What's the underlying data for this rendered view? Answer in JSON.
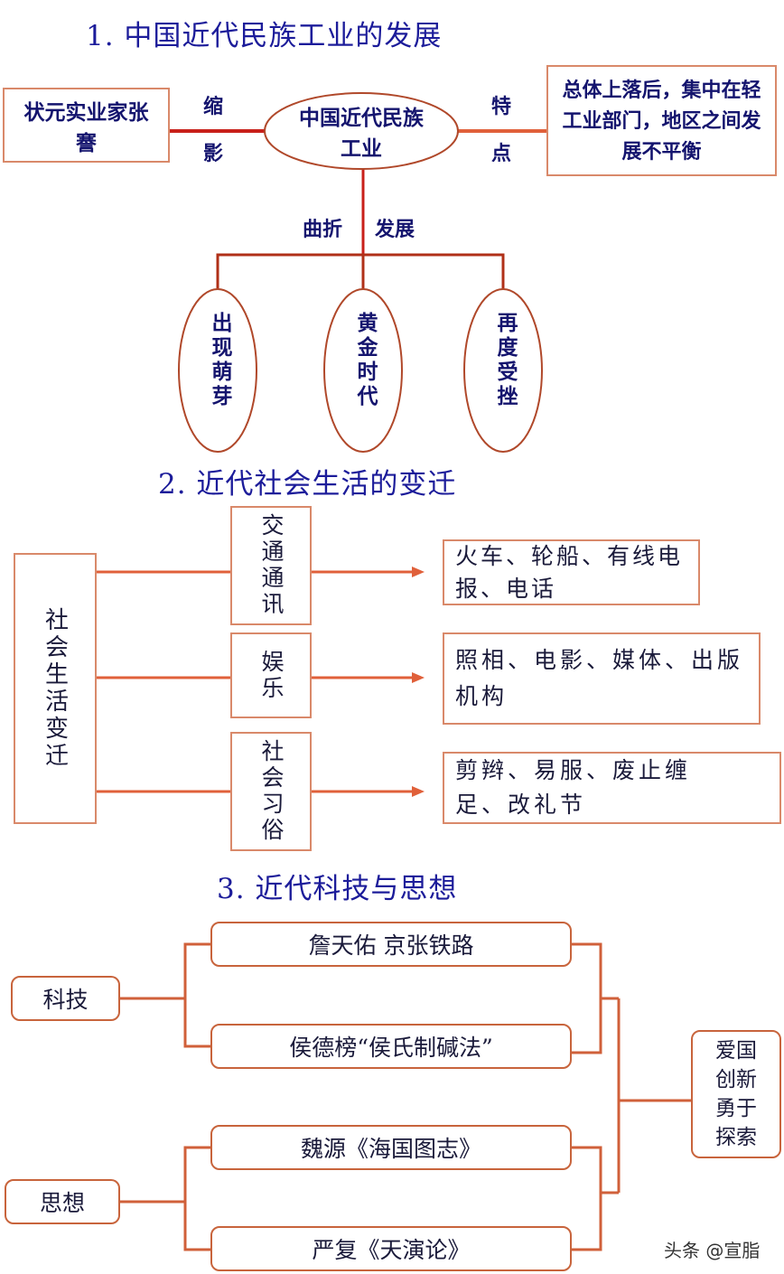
{
  "section1": {
    "title": "1. 中国近代民族工业的发展",
    "center": "中国近代民族工业",
    "left_box": "状元实业家张謇",
    "left_label": [
      "缩",
      "影"
    ],
    "right_label": [
      "特",
      "点"
    ],
    "right_box": "总体上落后，集中在轻工业部门，地区之间发展不平衡",
    "branch_label_left": "曲折",
    "branch_label_right": "发展",
    "stages": [
      "出现萌芽",
      "黄金时代",
      "再度受挫"
    ]
  },
  "section2": {
    "title": "2. 近代社会生活的变迁",
    "root": "社会生活变迁",
    "rows": [
      {
        "category": "交通通讯",
        "result": "火车、轮船、有线电报、电话"
      },
      {
        "category": "娱乐",
        "result": "照相、电影、媒体、出版机构"
      },
      {
        "category": "社会习俗",
        "result": "剪辫、易服、废止缠足、改礼节"
      }
    ]
  },
  "section3": {
    "title": "3. 近代科技与思想",
    "groups": [
      {
        "label": "科技",
        "items": [
          "詹天佑 京张铁路",
          "侯德榜“侯氏制碱法”"
        ]
      },
      {
        "label": "思想",
        "items": [
          "魏源《海国图志》",
          "严复《天演论》"
        ]
      }
    ],
    "conclusion": "爱国创新勇于探索"
  },
  "watermark": "头条 @宣脂",
  "colors": {
    "title": "#1c1c9a",
    "line_red": "#c8201a",
    "line_orange": "#e0603a",
    "border": "#d9896a"
  }
}
